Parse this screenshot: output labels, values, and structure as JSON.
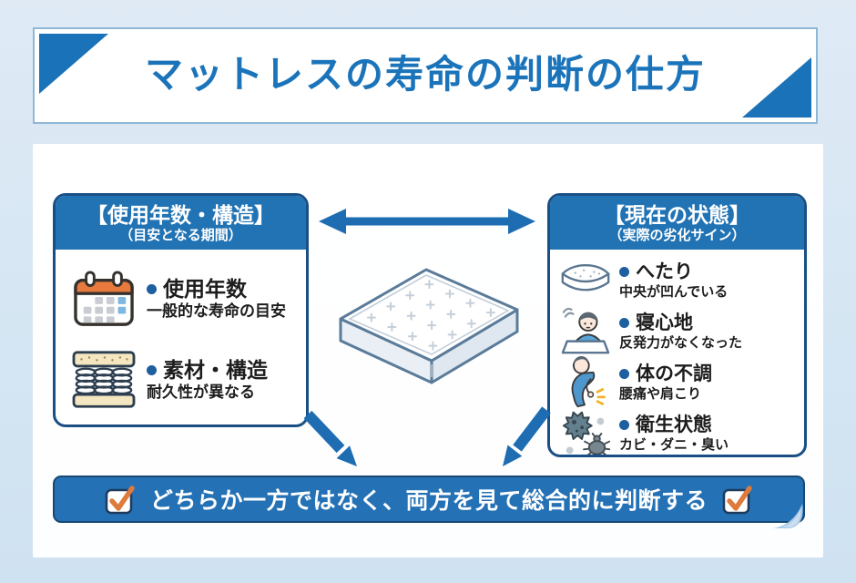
{
  "title": "マットレスの寿命の判断の仕方",
  "left_box": {
    "heading": "【使用年数・構造】",
    "subheading": "（目安となる期間）",
    "items": [
      {
        "icon": "calendar-icon",
        "title": "使用年数",
        "desc": "一般的な寿命の目安"
      },
      {
        "icon": "spring-mattress-icon",
        "title": "素材・構造",
        "desc": "耐久性が異なる"
      }
    ]
  },
  "right_box": {
    "heading": "【現在の状態】",
    "subheading": "（実際の劣化サイン）",
    "items": [
      {
        "icon": "sagging-mattress-icon",
        "title": "へたり",
        "desc": "中央が凹んでいる"
      },
      {
        "icon": "sleeping-person-icon",
        "title": "寝心地",
        "desc": "反発力がなくなった"
      },
      {
        "icon": "back-pain-icon",
        "title": "体の不調",
        "desc": "腰痛や肩こり"
      },
      {
        "icon": "germ-mite-icon",
        "title": "衛生状態",
        "desc": "カビ・ダニ・臭い"
      }
    ]
  },
  "center": {
    "illustration": "mattress-illustration",
    "connector": "double-headed-arrow"
  },
  "bottom_bar": {
    "label": "どちらか一方ではなく、両方を見て総合的に判断する",
    "left_icon": "checkbox-checked-icon",
    "right_icon": "checkbox-checked-icon"
  },
  "colors": {
    "background": "#d7e7f4",
    "primary_blue": "#1b74ba",
    "box_header": "#2173b4",
    "box_border": "#1a4f85",
    "bar_background": "#2471b5",
    "checkmark_orange": "#dd7a3c",
    "arrow_blue": "#1e6db2"
  }
}
